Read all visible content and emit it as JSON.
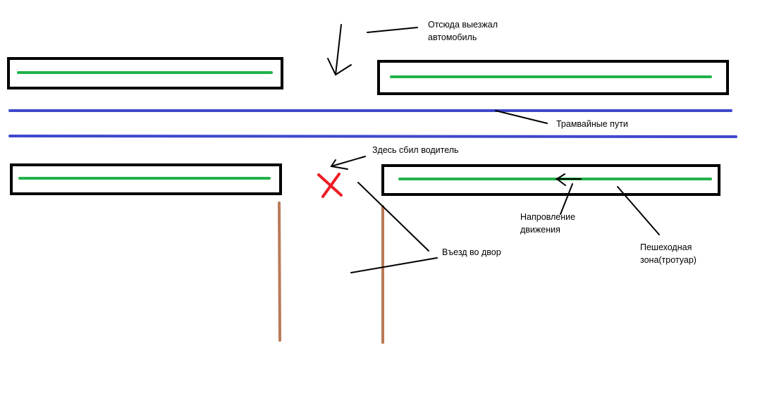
{
  "colors": {
    "background": "#ffffff",
    "outline": "#000000",
    "green": "#22b14c",
    "blue": "#3f48cc",
    "brown": "#b97a57",
    "red": "#ed1c24"
  },
  "labels": {
    "car_exit": [
      "Отсюда выезжал",
      "автомобиль"
    ],
    "tram_tracks": "Трамвайные пути",
    "hit_here": "Здесь сбил водитель",
    "direction": [
      "Напровление",
      "движения"
    ],
    "sidewalk": [
      "Пешеходная",
      "зона(тротуар)"
    ],
    "yard_entrance": "Въезд во двор"
  },
  "icons": {
    "hit_mark": "red-x-icon",
    "direction_arrow": "left-arrow-icon",
    "exit_arrow": "down-arrow-icon",
    "pointer_arrow": "pointer-arrow-icon"
  }
}
